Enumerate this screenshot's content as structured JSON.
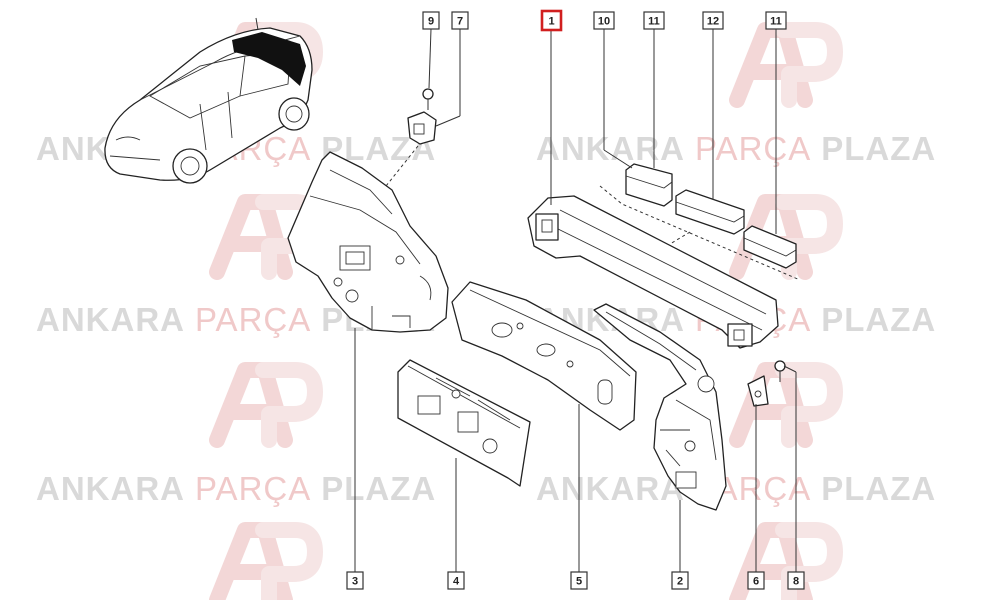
{
  "watermark": {
    "bold_1": "ANKARA",
    "light": "PARÇA",
    "bold_2": "PLAZA",
    "logo_fill": "#e8a0a0",
    "text_color": "#d9d9d9"
  },
  "diagram": {
    "highlight_color": "#d11f1f",
    "callouts": [
      {
        "id": "callout-9",
        "label": "9",
        "highlighted": false
      },
      {
        "id": "callout-7",
        "label": "7",
        "highlighted": false
      },
      {
        "id": "callout-1",
        "label": "1",
        "highlighted": true
      },
      {
        "id": "callout-10",
        "label": "10",
        "highlighted": false
      },
      {
        "id": "callout-11a",
        "label": "11",
        "highlighted": false
      },
      {
        "id": "callout-12",
        "label": "12",
        "highlighted": false
      },
      {
        "id": "callout-11b",
        "label": "11",
        "highlighted": false
      },
      {
        "id": "callout-3",
        "label": "3",
        "highlighted": false
      },
      {
        "id": "callout-4",
        "label": "4",
        "highlighted": false
      },
      {
        "id": "callout-5",
        "label": "5",
        "highlighted": false
      },
      {
        "id": "callout-2",
        "label": "2",
        "highlighted": false
      },
      {
        "id": "callout-6",
        "label": "6",
        "highlighted": false
      },
      {
        "id": "callout-8",
        "label": "8",
        "highlighted": false
      }
    ]
  }
}
